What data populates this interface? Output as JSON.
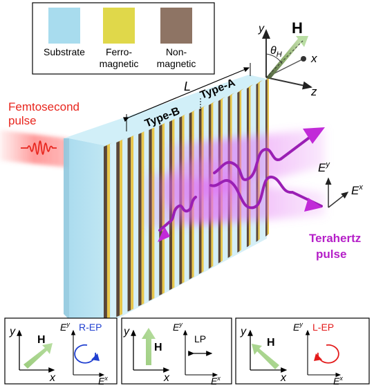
{
  "legend": {
    "items": [
      {
        "label_lines": [
          "Substrate"
        ],
        "color": "#a8dcee"
      },
      {
        "label_lines": [
          "Ferro-",
          "magnetic"
        ],
        "color": "#e0d84a"
      },
      {
        "label_lines": [
          "Non-",
          "magnetic"
        ],
        "color": "#8e7464"
      }
    ]
  },
  "source": {
    "label_lines": [
      "Femtosecond",
      "pulse"
    ],
    "color": "#e8261e"
  },
  "output": {
    "label_lines": [
      "Terahertz",
      "pulse"
    ],
    "color": "#b51fc8"
  },
  "structure": {
    "length_label": "L",
    "type_b": "Type-B",
    "type_a": "Type-A"
  },
  "axes": {
    "y": "y",
    "x": "x",
    "z": "z",
    "field": "H",
    "angle": "θ",
    "angle_sub": "H"
  },
  "field_axes": {
    "ey": "E",
    "ey_sup": "y",
    "ex": "E",
    "ex_sup": "x"
  },
  "panels": [
    {
      "y": "y",
      "x": "x",
      "field": "H",
      "ey": "E",
      "ey_sup": "y",
      "ex": "E",
      "ex_sup": "x",
      "polarization": "R-EP",
      "pol_color": "#1f3fd0"
    },
    {
      "y": "y",
      "x": "x",
      "field": "H",
      "ey": "E",
      "ey_sup": "y",
      "ex": "E",
      "ex_sup": "x",
      "polarization": "LP",
      "pol_color": "#000000"
    },
    {
      "y": "y",
      "x": "x",
      "field": "H",
      "ey": "E",
      "ey_sup": "y",
      "ex": "E",
      "ex_sup": "x",
      "polarization": "L-EP",
      "pol_color": "#e31a1a"
    }
  ]
}
